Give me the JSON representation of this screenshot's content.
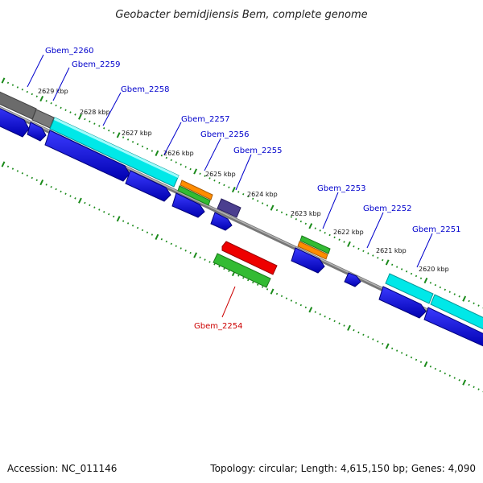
{
  "title": "Geobacter bemidjiensis Bem, complete genome",
  "footer": {
    "accession": "Accession: NC_011146",
    "summary": "Topology: circular; Length: 4,615,150 bp; Genes: 4,090"
  },
  "colors": {
    "label_blue": "#0000cc",
    "label_red": "#cc0000",
    "backbone": "#8a8a8a",
    "tick_green": "#1a8a1a",
    "cds_blue": "#0000ee",
    "cyan": "#00e8e8",
    "gray": "#777777",
    "orange": "#ff8c00",
    "green": "#33bb33",
    "purple": "#4b3f8f",
    "red": "#ee0000"
  },
  "kbp_labels": [
    "2629 kbp",
    "2628 kbp",
    "2627 kbp",
    "2626 kbp",
    "2625 kbp",
    "2624 kbp",
    "2623 kbp",
    "2622 kbp",
    "2621 kbp",
    "2620 kbp"
  ],
  "gene_labels": [
    {
      "text": "Gbem_2260",
      "color": "#0000cc"
    },
    {
      "text": "Gbem_2259",
      "color": "#0000cc"
    },
    {
      "text": "Gbem_2258",
      "color": "#0000cc"
    },
    {
      "text": "Gbem_2257",
      "color": "#0000cc"
    },
    {
      "text": "Gbem_2256",
      "color": "#0000cc"
    },
    {
      "text": "Gbem_2255",
      "color": "#0000cc"
    },
    {
      "text": "Gbem_2253",
      "color": "#0000cc"
    },
    {
      "text": "Gbem_2252",
      "color": "#0000cc"
    },
    {
      "text": "Gbem_2251",
      "color": "#0000cc"
    },
    {
      "text": "Gbem_2254",
      "color": "#cc0000"
    }
  ]
}
